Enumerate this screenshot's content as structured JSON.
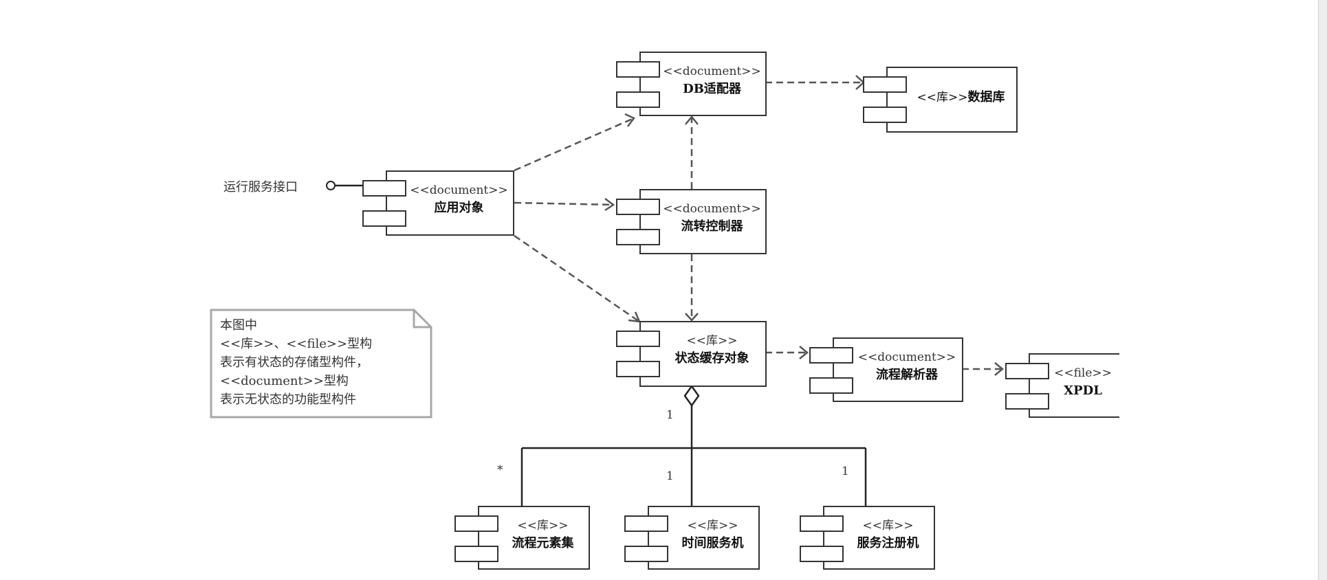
{
  "components": {
    "db_adapter": {
      "stereotype": "<<document>>",
      "name": "DB适配器"
    },
    "database": {
      "stereotype": "<<库>>",
      "name": "数据库"
    },
    "app_object": {
      "stereotype": "<<document>>",
      "name": "应用对象"
    },
    "flow_controller": {
      "stereotype": "<<document>>",
      "name": "流转控制器"
    },
    "state_cache": {
      "stereotype": "<<库>>",
      "name": "状态缓存对象"
    },
    "flow_parser": {
      "stereotype": "<<document>>",
      "name": "流程解析器"
    },
    "xpdl": {
      "stereotype": "<<file>>",
      "name": "XPDL"
    },
    "flow_elements": {
      "stereotype": "<<库>>",
      "name": "流程元素集"
    },
    "time_server": {
      "stereotype": "<<库>>",
      "name": "时间服务机"
    },
    "service_registry": {
      "stereotype": "<<库>>",
      "name": "服务注册机"
    }
  },
  "interface_label": "运行服务接口",
  "multiplicity": {
    "aggregate_end": "1",
    "flow_elements_end": "*",
    "time_server_end": "1",
    "service_registry_end": "1"
  },
  "note": {
    "lines": [
      "本图中",
      "<<库>>、<<file>>型构",
      "表示有状态的存储型构件，",
      "<<document>>型构",
      "表示无状态的功能型构件"
    ]
  }
}
